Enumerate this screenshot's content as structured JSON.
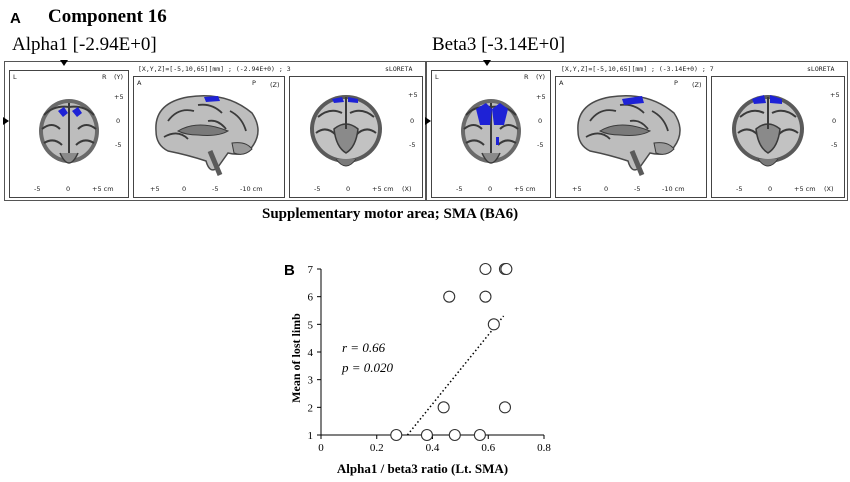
{
  "panel_a": {
    "letter": "A",
    "title": "Component 16",
    "left": {
      "band_label": "Alpha1 [-2.94E+0]",
      "header_text": "[X,Y,Z]=[-5,10,65][mm] ; (-2.94E+0) ; 3",
      "loreta": "sLORETA"
    },
    "right": {
      "band_label": "Beta3 [-3.14E+0]",
      "header_text": "[X,Y,Z]=[-5,10,65][mm] ; (-3.14E+0) ; 7",
      "loreta": "sLORETA"
    },
    "axis_labels": {
      "L": "L",
      "R": "R",
      "A": "A",
      "P": "P",
      "Y": "(Y)",
      "Z": "(Z)",
      "X": "(X)"
    },
    "ticks": {
      "coronal_x": [
        "-5",
        "0",
        "+5 cm"
      ],
      "sagittal_y": [
        "+5",
        "0",
        "-5",
        "-10 cm"
      ],
      "axial_x": [
        "-5",
        "0",
        "+5 cm"
      ],
      "vertical": [
        "+5",
        "0",
        "-5"
      ]
    },
    "caption": "Supplementary  motor area; SMA (BA6)"
  },
  "panel_b": {
    "letter": "B",
    "annotation_r": "r = 0.66",
    "annotation_p": "p = 0.020"
  },
  "chart_data": {
    "type": "scatter",
    "xlabel": "Alpha1  / beta3 ratio (Lt. SMA)",
    "ylabel": "Mean of lost limb",
    "xlim": [
      0,
      0.8
    ],
    "ylim": [
      1,
      7
    ],
    "xticks": [
      0,
      0.2,
      0.4,
      0.6,
      0.8
    ],
    "xtick_labels": [
      "0",
      "0.2",
      "0.4",
      "0.6",
      "0.8"
    ],
    "yticks": [
      1,
      2,
      3,
      4,
      5,
      6,
      7
    ],
    "points": [
      {
        "x": 0.27,
        "y": 1
      },
      {
        "x": 0.38,
        "y": 1
      },
      {
        "x": 0.48,
        "y": 1
      },
      {
        "x": 0.57,
        "y": 1
      },
      {
        "x": 0.44,
        "y": 2
      },
      {
        "x": 0.66,
        "y": 2
      },
      {
        "x": 0.46,
        "y": 6
      },
      {
        "x": 0.59,
        "y": 6
      },
      {
        "x": 0.62,
        "y": 5
      },
      {
        "x": 0.59,
        "y": 7
      },
      {
        "x": 0.66,
        "y": 7
      },
      {
        "x": 0.665,
        "y": 7
      }
    ],
    "trendline": {
      "x": [
        0.31,
        0.655
      ],
      "y": [
        1,
        5.3
      ],
      "style": "dotted"
    },
    "grid": false
  },
  "colors": {
    "activation": "#1e22d6",
    "brain_gray": "#b3b3b3",
    "brain_dark": "#3a3a3a"
  }
}
